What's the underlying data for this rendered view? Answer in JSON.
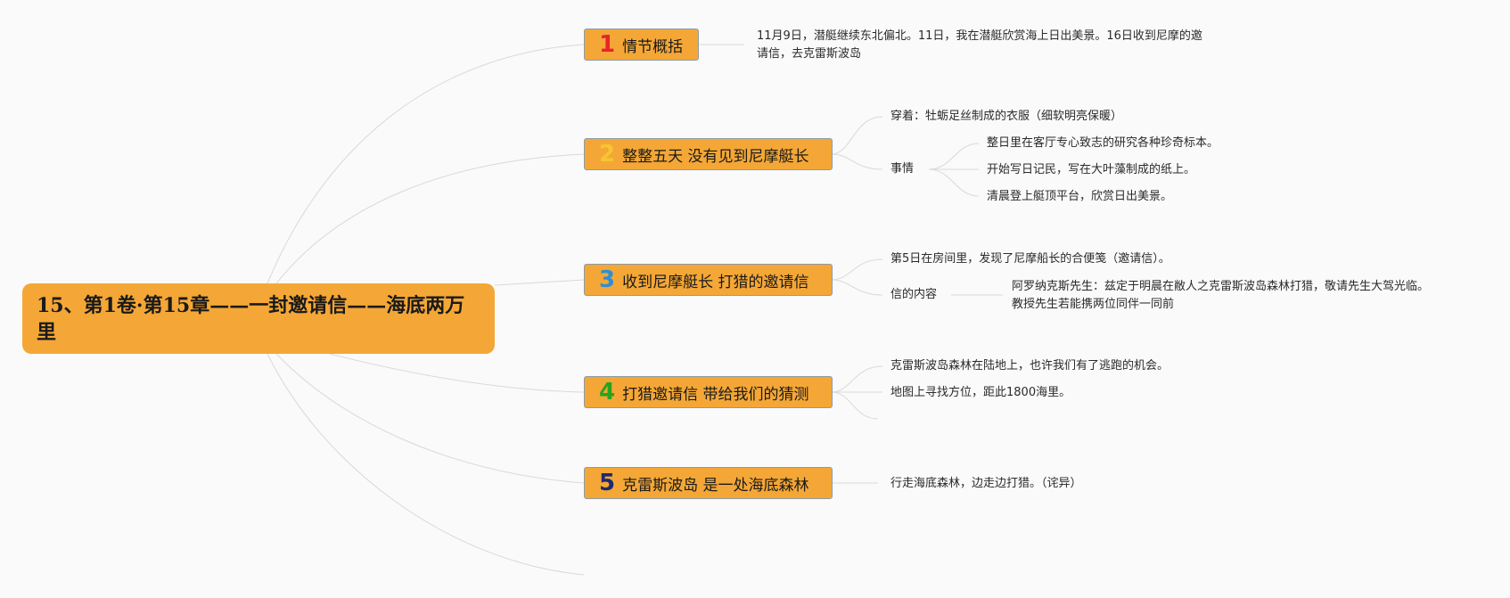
{
  "root": {
    "title": "15、第1卷·第15章——一封邀请信——海底两万里"
  },
  "branches": [
    {
      "number": "1",
      "number_color": "#e8242b",
      "title": "情节概括",
      "children": [
        {
          "text": "11月9日，潜艇继续东北偏北。11日，我在潜艇欣赏海上日出美景。16日收到尼摩的邀请信，去克雷斯波岛"
        }
      ]
    },
    {
      "number": "2",
      "number_color": "#f7c531",
      "title": "整整五天 没有见到尼摩艇长",
      "children": [
        {
          "text": "穿着：牡蛎足丝制成的衣服（细软明亮保暖）"
        },
        {
          "text": "事情",
          "children": [
            {
              "text": "整日里在客厅专心致志的研究各种珍奇标本。"
            },
            {
              "text": "开始写日记民，写在大叶藻制成的纸上。"
            },
            {
              "text": "清晨登上艇顶平台，欣赏日出美景。"
            }
          ]
        }
      ]
    },
    {
      "number": "3",
      "number_color": "#2f8fd3",
      "title": "收到尼摩艇长 打猎的邀请信",
      "children": [
        {
          "text": "第5日在房间里，发现了尼摩船长的合便笺（邀请信）。"
        },
        {
          "text": "信的内容",
          "children": [
            {
              "text": "阿罗纳克斯先生：兹定于明晨在敝人之克雷斯波岛森林打猎，敬请先生大驾光临。教授先生若能携两位同伴一同前"
            }
          ]
        }
      ]
    },
    {
      "number": "4",
      "number_color": "#27a31f",
      "title": "打猎邀请信 带给我们的猜测",
      "children": [
        {
          "text": "克雷斯波岛森林在陆地上，也许我们有了逃跑的机会。"
        },
        {
          "text": "地图上寻找方位，距此1800海里。"
        }
      ]
    },
    {
      "number": "5",
      "number_color": "#1f2a6e",
      "title": "克雷斯波岛 是一处海底森林",
      "children": [
        {
          "text": "行走海底森林，边走边打猎。（诧异）"
        }
      ]
    }
  ]
}
